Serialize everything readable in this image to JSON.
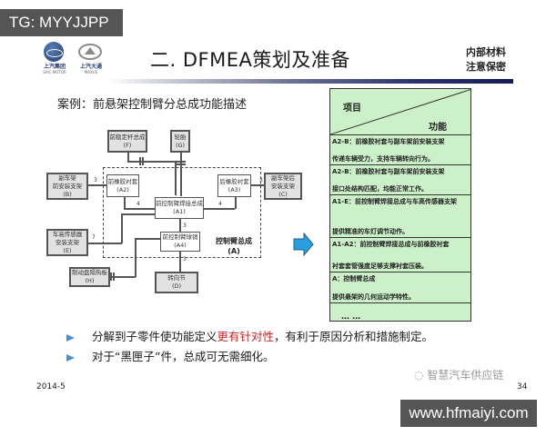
{
  "watermarks": {
    "top": "TG: MYYJJPP",
    "bottom": "www.hfmaiyi.com",
    "wechat": "智慧汽车供应链"
  },
  "logos": [
    {
      "name": "SAIC",
      "text": "上汽集团",
      "sub": "SAIC MOTOR"
    },
    {
      "name": "MAXUS",
      "text": "上汽大通",
      "sub": "MAXUS"
    }
  ],
  "header": {
    "title": "二. DFMEA策划及准备",
    "confidential_line1": "内部材料",
    "confidential_line2": "注意保密"
  },
  "case_title": "案例：前悬架控制臂分总成功能描述",
  "diagram": {
    "boxes": {
      "F": {
        "name": "前稳定杆总成",
        "code": "(F)"
      },
      "G": {
        "name": "轮胎",
        "code": "(G)"
      },
      "B": {
        "name1": "副车架",
        "name2": "前安装支架",
        "code": "(B)"
      },
      "A2": {
        "name": "前橡胶衬套",
        "code": "(A2)"
      },
      "A3": {
        "name": "后橡胶衬套",
        "code": "(A3)"
      },
      "C": {
        "name1": "副车架后",
        "name2": "安装支架",
        "code": "(C)"
      },
      "A1": {
        "name": "前控制臂焊接总成",
        "code": "(A1)"
      },
      "A4": {
        "name": "前控制臂球销",
        "code": "(A4)"
      },
      "E": {
        "name1": "车高传感器",
        "name2": "安装支架",
        "code": "(E)"
      },
      "H": {
        "name": "制动盘隔热板",
        "code": "(H)"
      },
      "D": {
        "name": "转向节",
        "code": "(D)"
      }
    },
    "assembly": {
      "name": "控制臂总成",
      "code": "(A)"
    },
    "edge_labels": {
      "B_A2": "3",
      "A3_C": "3",
      "A2_A1": "4",
      "A3_A1": "4",
      "A1_A4": "3",
      "E": "7",
      "A4_D": "3"
    }
  },
  "table": {
    "header_item": "项目",
    "header_function": "功能",
    "rows": [
      {
        "item": "A2-B：前橡胶衬套与副车架前安装支架",
        "function": "传递车辆受力，支持车辆转向行为。"
      },
      {
        "item": "A2-B：前橡胶衬套与副车架前安装支架",
        "function": "接口处结构匹配，均能正常工作。"
      },
      {
        "item": "A1-E：前控制臂焊接总成与车高传感器支架",
        "function": "提供精准的车灯调节动作。"
      },
      {
        "item": "A1-A2：前控制臂焊接总成与前橡胶衬套",
        "function": "衬套套管强度足够支撑衬套压装。"
      },
      {
        "item": "A：控制臂总成",
        "function": "提供悬架的几何运动学特性。"
      }
    ],
    "ellipsis": "… …"
  },
  "bullets": [
    {
      "before": "分解到子零件使功能定义",
      "highlight": "更有针对性",
      "after": "，有利于原因分析和措施制定。"
    },
    {
      "before": "对于“黑匣子”件，总成可无需细化。",
      "highlight": "",
      "after": ""
    }
  ],
  "footer": {
    "date": "2014-5",
    "page": "34"
  },
  "colors": {
    "table_bg": "#ccf0c8",
    "arrow": "#2a9fe0",
    "highlight": "#c0282d",
    "title_bar_dark": "#141a5a"
  }
}
